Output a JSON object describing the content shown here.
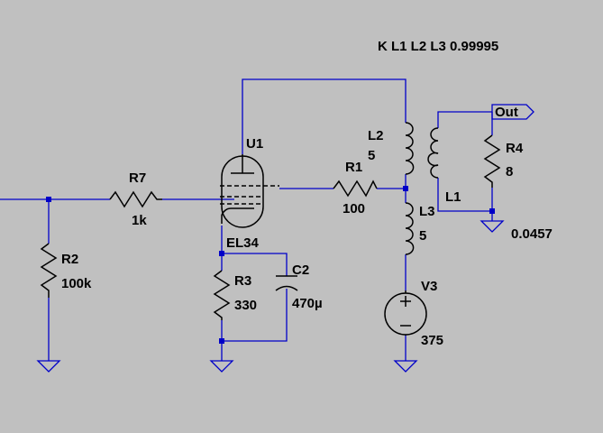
{
  "directive": "K L1 L2 L3 0.99995",
  "components": {
    "u1": {
      "ref": "U1",
      "value": "EL34"
    },
    "r7": {
      "ref": "R7",
      "value": "1k"
    },
    "r2": {
      "ref": "R2",
      "value": "100k"
    },
    "r3": {
      "ref": "R3",
      "value": "330"
    },
    "c2": {
      "ref": "C2",
      "value": "470µ"
    },
    "r1": {
      "ref": "R1",
      "value": "100"
    },
    "l2": {
      "ref": "L2",
      "value": "5"
    },
    "l3": {
      "ref": "L3",
      "value": "5"
    },
    "l1": {
      "ref": "L1",
      "value": "0.0457"
    },
    "r4": {
      "ref": "R4",
      "value": "8"
    },
    "v3": {
      "ref": "V3",
      "value": "375"
    }
  },
  "out_label": "Out",
  "colors": {
    "wire": "#0000c8",
    "component": "#000000",
    "background": "#c0c0c0"
  }
}
